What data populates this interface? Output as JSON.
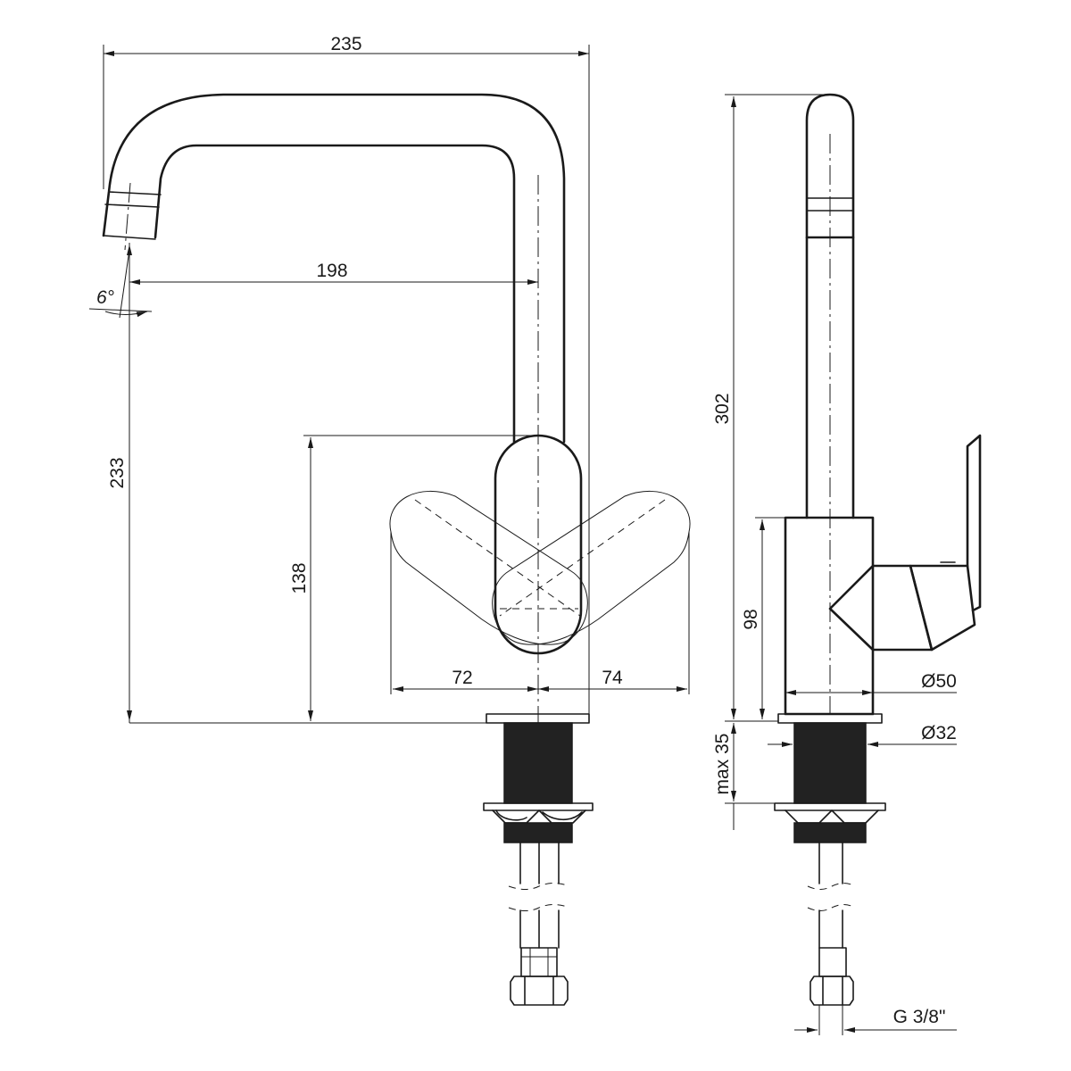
{
  "drawing": {
    "dimensions": {
      "total_width": "235",
      "spout_reach": "198",
      "spout_angle": "6°",
      "spout_height": "233",
      "lever_height": "138",
      "lever_left": "72",
      "lever_right": "74",
      "total_height": "302",
      "body_height": "98",
      "base_diameter": "Ø50",
      "thread_diameter": "Ø32",
      "max_thickness": "max 35",
      "connection": "G 3/8\""
    }
  }
}
